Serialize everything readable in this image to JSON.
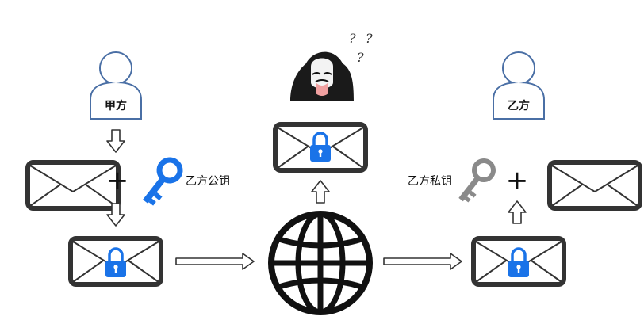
{
  "nodes": {
    "sender": {
      "label": "甲方"
    },
    "receiver": {
      "label": "乙方"
    },
    "public_key": {
      "label": "乙方公钥",
      "color": "#1a73e8"
    },
    "private_key": {
      "label": "乙方私钥",
      "color": "#8a8a8a"
    },
    "attacker": {
      "marks": [
        "?",
        "?",
        "?"
      ]
    },
    "plus_symbol": "+"
  },
  "colors": {
    "person_stroke": "#4a6fa5",
    "envelope_stroke": "#333333",
    "lock": "#1a73e8",
    "arrow_stroke": "#333333"
  }
}
